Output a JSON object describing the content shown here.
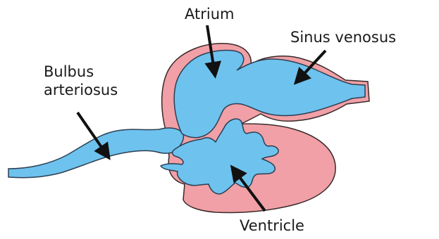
{
  "labels": {
    "atrium": "Atrium",
    "sinus_venosus": "Sinus venosus",
    "bulbus_line1": "Bulbus",
    "bulbus_line2": "arteriosus",
    "ventricle": "Ventricle"
  },
  "colors": {
    "wall": "#f0a0a6",
    "wall_outline": "#3a2a2a",
    "lumen": "#6ec2ee",
    "lumen_outline": "#2c3f52",
    "arrow": "#111111",
    "text": "#1a1a1a"
  }
}
